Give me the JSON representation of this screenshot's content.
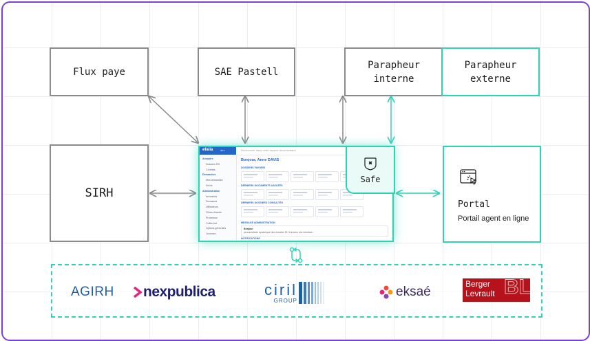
{
  "boxes": {
    "flux_paye": "Flux paye",
    "sae_pastell": "SAE Pastell",
    "parapheur_interne": "Parapheur\ninterne",
    "parapheur_externe": "Parapheur\nexterne",
    "sirh": "SIRH"
  },
  "safe": {
    "label": "Safe"
  },
  "portal": {
    "title": "Portal",
    "subtitle": "Portail agent en ligne"
  },
  "screen": {
    "logo": "efalia",
    "logo_tag": "dex",
    "search_placeholder": "Rechercher dans votre espace documentaire",
    "greeting": "Bonjour, Anne DAVIS",
    "sidebar": [
      {
        "label": "Annuaire",
        "section": true
      },
      {
        "label": "Dossiers RH",
        "section": false
      },
      {
        "label": "Contrats",
        "section": false
      },
      {
        "label": "Démarches",
        "section": true
      },
      {
        "label": "Mes demandes",
        "section": false
      },
      {
        "label": "Suivis",
        "section": false
      },
      {
        "label": "Administration",
        "section": true
      },
      {
        "label": "Annuaires",
        "section": false
      },
      {
        "label": "Domaines",
        "section": false
      },
      {
        "label": "Utilisateurs",
        "section": false
      },
      {
        "label": "Filtres d'accès",
        "section": false
      },
      {
        "label": "Processus",
        "section": false
      },
      {
        "label": "Coffre-fort",
        "section": false
      },
      {
        "label": "Options générales",
        "section": false
      },
      {
        "label": "Journaux",
        "section": false
      }
    ],
    "sections": {
      "favoris": "DOSSIERS FAVORIS",
      "documents": "DERNIERS DOCUMENTS AJOUTÉS",
      "consultes": "DERNIERS DOSSIERS CONSULTÉS",
      "message": "MESSAGE ADMINISTRATION",
      "notifications": "NOTIFICATIONS"
    },
    "message_title": "Bonjour",
    "message_body": "personnalisée dynamique des données RH à travers une interface..."
  },
  "logos": {
    "agirh": "AGIRH",
    "nexpublica": "nexpublica",
    "ciril": "ciril",
    "ciril_group": "GROUP",
    "eksae": "eksaé",
    "berger_line1": "Berger",
    "berger_line2": "Levrault",
    "berger_mark": "BL"
  },
  "colors": {
    "frame": "#7d3fd0",
    "accent": "#2ed3b6",
    "box_border": "#8a8a8a",
    "nexpublica_pink": "#e5247a",
    "nexpublica_dark": "#1f1f6b",
    "ciril_blue": "#1f5fa8",
    "eksae_dark": "#3a2b5c",
    "berger_red": "#b5121b"
  }
}
